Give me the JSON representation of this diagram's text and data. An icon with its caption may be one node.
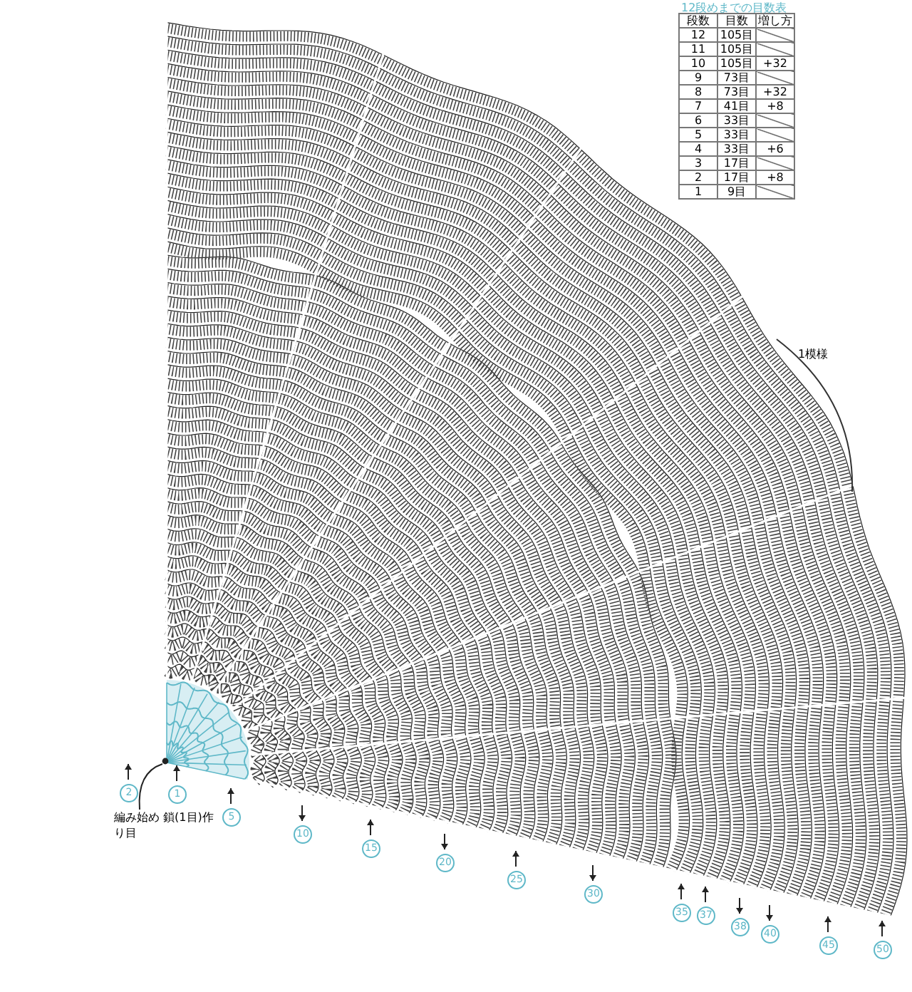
{
  "diagram": {
    "title": "12段めまでの目数表",
    "nodes": [
      {
        "text": [
          "編み始め 鎖(1目)作り目"
        ]
      },
      {
        "text": [],
        "shape": "circle"
      }
    ],
    "edges": [
      {
        "from": 0,
        "to": 1,
        "arrow": "none"
      }
    ],
    "labels": [
      "段数",
      "目数",
      "増し方",
      "12",
      "105目",
      "11",
      "105目",
      "10",
      "105目",
      "+32",
      "9",
      "73目",
      "8",
      "73目",
      "+32",
      "7",
      "41目",
      "+8",
      "6",
      "33目",
      "5",
      "33目",
      "4",
      "33目",
      "+6",
      "3",
      "17目",
      "2",
      "17目",
      "+8",
      "1",
      "9目",
      "1模様",
      "2",
      "1",
      "5",
      "10",
      "15",
      "20",
      "25",
      "30",
      "35",
      "37",
      "38",
      "40",
      "45",
      "50"
    ]
  }
}
